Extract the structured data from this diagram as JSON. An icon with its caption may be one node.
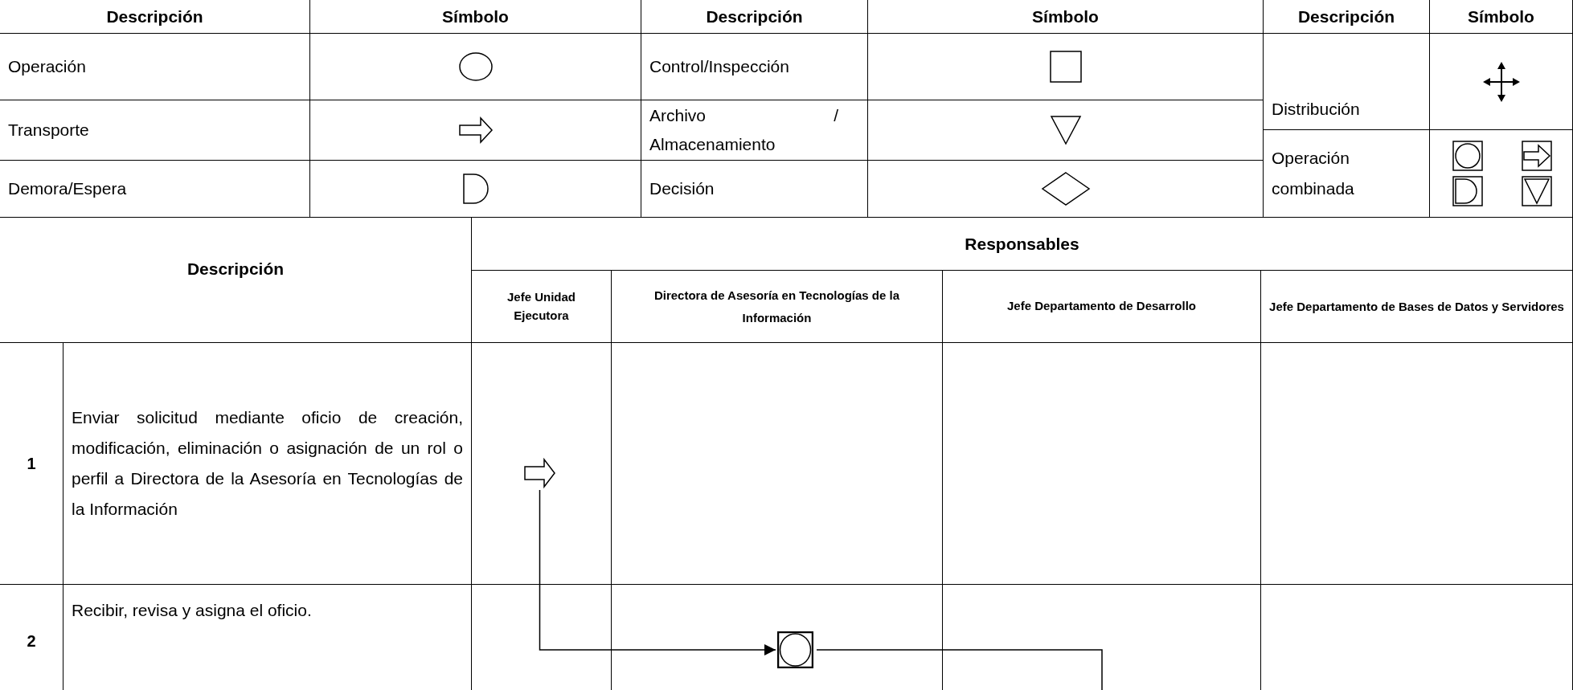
{
  "diagram": {
    "nodes": [
      {
        "text": [],
        "shape": "arrow"
      },
      {
        "text": [],
        "shape": "picture"
      }
    ],
    "edges": [
      {
        "from": 0,
        "to": 1,
        "arrow": "to"
      },
      {
        "from": 1,
        "to": null,
        "arrow": "none"
      }
    ],
    "labels": [
      "Descripción",
      "Símbolo",
      "Descripción",
      "Símbolo",
      "Descripción",
      "Símbolo",
      "Operación",
      "Control/Inspección",
      "Distribución",
      "Transporte",
      "Archivo / Almacenamiento",
      "Operación combinada",
      "Demora/Espera",
      "Decisión",
      "Descripción",
      "Responsables",
      "Jefe Unidad Ejecutora",
      "Directora de Asesoría en Tecnologías de la Información",
      "Jefe Departamento de Desarrollo",
      "Jefe Departamento de Bases de Datos y Servidores",
      "1",
      "Enviar solicitud mediante oficio de creación, modificación, eliminación o asignación de un rol o perfil a Directora de la Asesoría en Tecnologías de la Información",
      "2",
      "Recibir, revisa y asigna el oficio."
    ]
  }
}
